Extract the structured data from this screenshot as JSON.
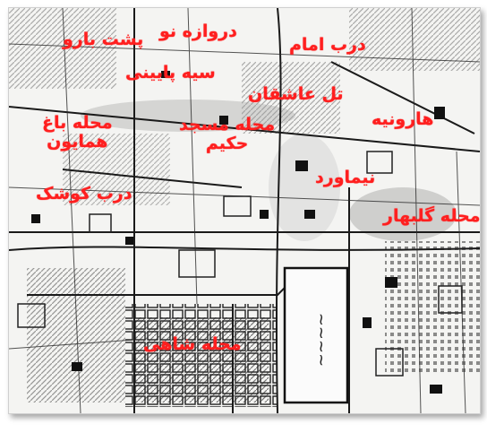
{
  "map": {
    "labels": {
      "darvazeh_no": "دروازه نو",
      "posht_baru": "پشت بارو",
      "darb_emam": "درب امام",
      "sineh_paini": "سیه پایینی",
      "tal_ashghan": "تل عاشقان",
      "harunieh": "هارونیه",
      "mahalleh_bagh_humayun_1": "محله باغ",
      "mahalleh_bagh_humayun_2": "همایون",
      "mahalleh_masjed_hakim_1": "محله مسجد",
      "mahalleh_masjed_hakim_2": "حکیم",
      "nimavard": "نیماورد",
      "darb_kushk": "درب کوشک",
      "mahalleh_golbahar": "محله گلبهار",
      "mahalleh_shahi": "محله شاهی"
    },
    "colors": {
      "label": "#ff1f1f",
      "ink": "#1a1a1a",
      "paper": "#f4f4f2"
    }
  }
}
